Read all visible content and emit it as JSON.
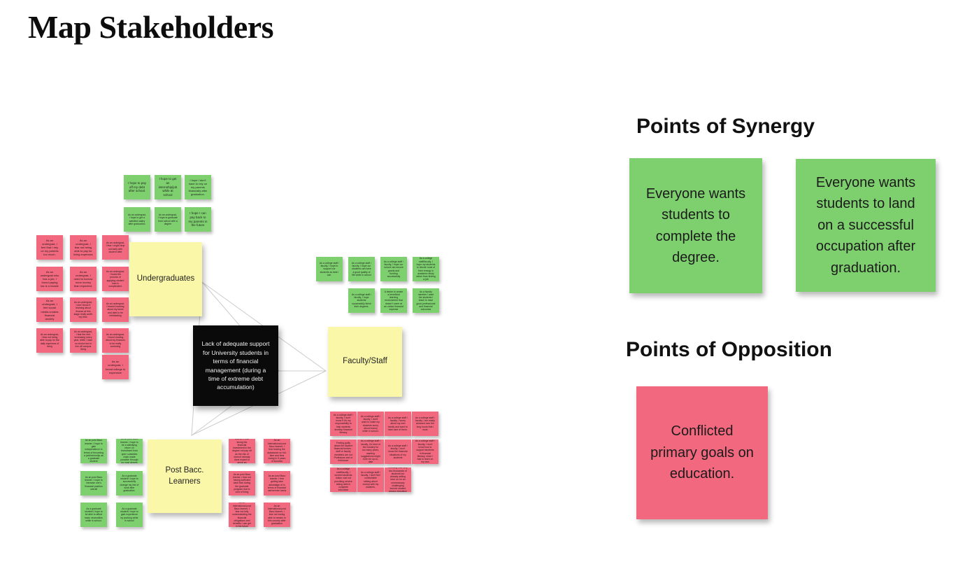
{
  "page": {
    "title": "Map Stakeholders"
  },
  "right_panel": {
    "synergy_heading": "Points of Synergy",
    "opposition_heading": "Points of Opposition",
    "synergy_notes": [
      {
        "text": "Everyone wants students to complete the degree.",
        "color": "#7ed06f"
      },
      {
        "text": "Everyone wants students to land on a successful occupation after graduation.",
        "color": "#7ed06f"
      }
    ],
    "opposition_notes": [
      {
        "text": "Conflicted primary goals on education.",
        "color": "#f2687e"
      }
    ]
  },
  "map": {
    "problem_statement": "Lack of adequate support for University students in terms of financial management (during a time of extreme debt accumulation)",
    "clusters": [
      {
        "id": "undergraduates",
        "label": "Undergraduates"
      },
      {
        "id": "faculty-staff",
        "label": "Faculty/Staff"
      },
      {
        "id": "post-bacc",
        "label": "Post Bacc. Learners"
      }
    ],
    "colors": {
      "green": "#7ed06f",
      "pink": "#f2687e",
      "yellow": "#faf7a8",
      "black": "#0a0a0a",
      "connector": "#c9c9c9"
    },
    "undergrad_green_notes": [
      "I hope to pay off my debt after school.",
      "I hope to get an internship/job while at school",
      "I hope I don't have to rely on my parents financially after graduation.",
      "As an undergrad, I hope to get a satisfied salary after graduation.",
      "As an undergrad, I hope to graduate from school with a degree",
      "I hope I can pay back to my parents in the future"
    ],
    "undergrad_pink_notes": [
      "As an undergrad, I feel that I rely on my parents too much.",
      "As an undergrad, I fear not being able to pay for living expenses",
      "As an undergrad, I fear I might drop out early with student debt",
      "As an undergrad who has a job, I found paying tax is a hassle",
      "As an undergrad, I need to borrow more money than expected.",
      "As an undergrad, I found the process of applying student loan is complicated.",
      "As an undergrad, I feel social media creates financial anxiety",
      "As an undergrad, I don't know if learning about finance at this stage really worth my time.",
      "As an undergrad, I feared knowing about my taxes and debt to be intimidating",
      "As an undergrad, I fear not being able to pay for the daily expenses of living",
      "As an undergrad, I fear the rent increasing every year, while I have no choice but to live off campus living",
      "As an undergrad, I found reading about my finances to be really confusing",
      "As an undergrad, I found college is expensive"
    ],
    "faculty_green_notes": [
      "As a college staff / faculty, I hope to support our students as best I can.",
      "As a college staff / faculty, I hope our students can have a good quality of life while in school",
      "As a college staff / faculty, I hope our school can secure grants and funding successfully",
      "As a college staff/faculty, I hope my students to devote most of their energy in academic study rather than finding a job",
      "As a college staff / faculty, I hope students successfully finish their degrees.",
      "A desire to create a beneficial learning environment that doesn't come at an undue financial expense",
      "As a faculty member I want the students I teach to have good professional and financial outcomes"
    ],
    "faculty_pink_notes": [
      "As a college staff / faculty, I don't know if it's my responsibility to help students develop financial literacy",
      "As a college staff / faculty, I don't want to make my students worry about money while in school.",
      "As a college staff / faculty, I worry about my own family and want to take care of them.",
      "As a college staff / faculty, I am easily stressed over the long hours that I work",
      "Feeling guilty about the student financial burden - staff or faculty members are not Professors and or freelancer",
      "As a college staff / faculty, I'm tired of the industry for too many years, wanting suggestions might even be up-to-date",
      "As a college staff / faculty, I don't know the financial situations of my students",
      "As a college staff / faculty, I don't know how to support students in financial literacy, since I had to learn on my own",
      "As a college staff/faculty, I worried students tuition cost not providing service taking debt in complete education",
      "As a college staff / faculty, I don't feel comfortable talking about money with my students.",
      "Knowing how only two thousands of students but already selling here on for an unnecessary challenging burned student among education"
    ],
    "postbacc_green_notes": [
      "As an post Bacc learner, I hope to gain independence in terms of becoming a job/internship as a graduate student",
      "As an post Bacc learner, I hope to be a satisfying return on investment from open subsidies chain made possible through my post degree",
      "As an post Bacc learner, I hope to increase one's financial position overall",
      "As a graduate student I hope to successfully change my line of work after graduation.",
      "As a graduate student I hope to be able to afford basic necessities while in school.",
      "As a graduate student I hope to gain experience by working while in school"
    ],
    "postbacc_pink_notes": [
      "As an post Bacc learner, I fear facing the financial investment in the degree not pay off as the risk of doesn't already done expect to serve an education",
      "As an international post Bacc learner, I fear leaving the assistance on full-time and thus losing in 5 years of success",
      "As an post Bacc learner, I fear not having sufficient cash flow during the graduate program due to cost of living",
      "As an post Bacc learner, I fear getting take advantage of in terms of financial use/service loans",
      "As an international post Bacc learner, I fear not fully understanding the financial obligations and benefits I can get in the future",
      "As an international post Bacc learner, I fear not having able to remain in this country after graduation"
    ]
  }
}
